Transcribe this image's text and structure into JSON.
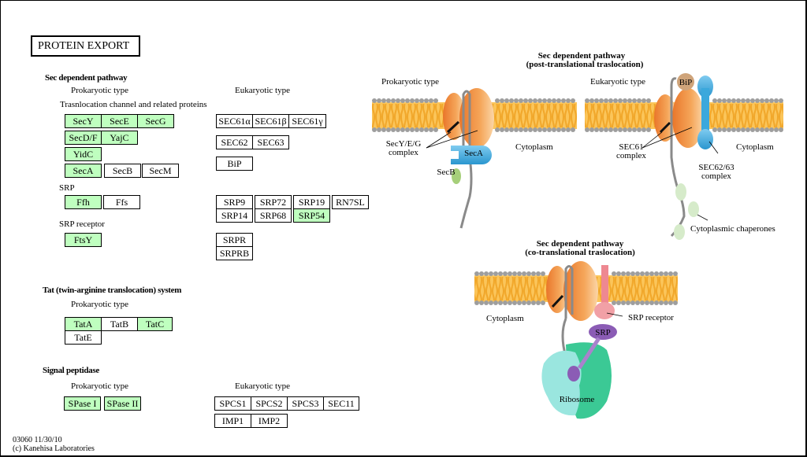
{
  "title": "PROTEIN EXPORT",
  "colors": {
    "gene_highlight": "#bfffbf",
    "gene_default": "#ffffff",
    "membrane_lipid": "#f5b53a",
    "membrane_head": "#9e9e9e",
    "sec_complex": "#f08a30",
    "seca": "#3ba8dc",
    "secb": "#a6cf7a",
    "bip": "#c99a6a",
    "srp_receptor": "#ee8891",
    "srp": "#8b5cb5",
    "ribosome_large": "#3bc995",
    "ribosome_small": "#8fe0e0",
    "chaperone": "#cfe6c2"
  },
  "sections": {
    "sec": {
      "heading": "Sec dependent pathway",
      "prok_label": "Prokaryotic type",
      "euk_label": "Eukaryotic type",
      "channel_label": "Trasnlocation channel and related proteins",
      "srp_label": "SRP",
      "srp_receptor_label": "SRP receptor"
    },
    "tat": {
      "heading": "Tat (twin-arginine translocation) system",
      "prok_label": "Prokaryotic type"
    },
    "spase": {
      "heading": "Signal peptidase",
      "prok_label": "Prokaryotic type",
      "euk_label": "Eukaryotic type"
    }
  },
  "genes": {
    "secY": {
      "label": "SecY",
      "highlighted": true
    },
    "secE": {
      "label": "SecE",
      "highlighted": true
    },
    "secG": {
      "label": "SecG",
      "highlighted": true
    },
    "secDF": {
      "label": "SecD/F",
      "highlighted": true
    },
    "yajC": {
      "label": "YajC",
      "highlighted": true
    },
    "yidC": {
      "label": "YidC",
      "highlighted": true
    },
    "secA": {
      "label": "SecA",
      "highlighted": true
    },
    "secB": {
      "label": "SecB",
      "highlighted": false
    },
    "secM": {
      "label": "SecM",
      "highlighted": false
    },
    "ffh": {
      "label": "Ffh",
      "highlighted": true
    },
    "ffs": {
      "label": "Ffs",
      "highlighted": false
    },
    "ftsY": {
      "label": "FtsY",
      "highlighted": true
    },
    "sec61a": {
      "label": "SEC61α",
      "highlighted": false
    },
    "sec61b": {
      "label": "SEC61β",
      "highlighted": false
    },
    "sec61g": {
      "label": "SEC61γ",
      "highlighted": false
    },
    "sec62": {
      "label": "SEC62",
      "highlighted": false
    },
    "sec63": {
      "label": "SEC63",
      "highlighted": false
    },
    "bip": {
      "label": "BiP",
      "highlighted": false
    },
    "srp9": {
      "label": "SRP9",
      "highlighted": false
    },
    "srp72": {
      "label": "SRP72",
      "highlighted": false
    },
    "srp19": {
      "label": "SRP19",
      "highlighted": false
    },
    "rn7sl": {
      "label": "RN7SL",
      "highlighted": false
    },
    "srp14": {
      "label": "SRP14",
      "highlighted": false
    },
    "srp68": {
      "label": "SRP68",
      "highlighted": false
    },
    "srp54": {
      "label": "SRP54",
      "highlighted": true
    },
    "srpr": {
      "label": "SRPR",
      "highlighted": false
    },
    "srprb": {
      "label": "SRPRB",
      "highlighted": false
    },
    "tatA": {
      "label": "TatA",
      "highlighted": true
    },
    "tatB": {
      "label": "TatB",
      "highlighted": false
    },
    "tatC": {
      "label": "TatC",
      "highlighted": true
    },
    "tatE": {
      "label": "TatE",
      "highlighted": false
    },
    "spase1": {
      "label": "SPase I",
      "highlighted": true
    },
    "spase2": {
      "label": "SPase II",
      "highlighted": true
    },
    "spcs1": {
      "label": "SPCS1",
      "highlighted": false
    },
    "spcs2": {
      "label": "SPCS2",
      "highlighted": false
    },
    "spcs3": {
      "label": "SPCS3",
      "highlighted": false
    },
    "sec11": {
      "label": "SEC11",
      "highlighted": false
    },
    "imp1": {
      "label": "IMP1",
      "highlighted": false
    },
    "imp2": {
      "label": "IMP2",
      "highlighted": false
    }
  },
  "diagram": {
    "post": {
      "title_line1": "Sec dependent pathway",
      "title_line2": "(post-translational traslocation)",
      "prok": {
        "type_label": "Prokaryotic type",
        "complex_label_1": "SecY/E/G",
        "complex_label_2": "complex",
        "seca_label": "SecA",
        "secb_label": "SecB",
        "cytoplasm_label": "Cytoplasm"
      },
      "euk": {
        "type_label": "Eukaryotic type",
        "bip_label": "BiP",
        "sec61_label_1": "SEC61",
        "sec61_label_2": "complex",
        "sec6263_label_1": "SEC62/63",
        "sec6263_label_2": "complex",
        "cytoplasm_label": "Cytoplasm",
        "chaperones_label": "Cytoplasmic chaperones"
      }
    },
    "co": {
      "title_line1": "Sec dependent pathway",
      "title_line2": "(co-translational traslocation)",
      "cytoplasm_label": "Cytoplasm",
      "srp_receptor_label": "SRP receptor",
      "srp_label": "SRP",
      "ribosome_label": "Ribosome"
    }
  },
  "footer": {
    "map_id": "03060 11/30/10",
    "copyright": "(c) Kanehisa Laboratories"
  }
}
